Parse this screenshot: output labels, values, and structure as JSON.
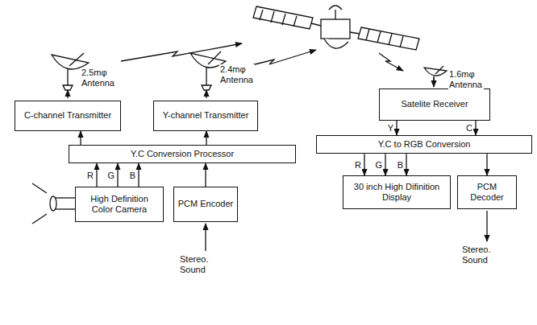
{
  "diagram": {
    "nodes": [
      {
        "text": [
          "C-channel Transmitter"
        ]
      },
      {
        "text": [
          "Y-channel Transmitter"
        ]
      },
      {
        "text": [
          "Y.C Conversion Processor"
        ]
      },
      {
        "text": [
          "High Definition Color Camera"
        ]
      },
      {
        "text": [
          "PCM Encoder"
        ]
      },
      {
        "text": [
          "Satelite Receiver"
        ]
      },
      {
        "text": [
          "Y.C to RGB Conversion"
        ]
      },
      {
        "text": [
          "30 inch High Difinition Display"
        ]
      },
      {
        "text": [
          "PCM Decoder"
        ]
      }
    ],
    "edges": [
      {
        "from": 2,
        "to": 0,
        "arrow": "to"
      },
      {
        "from": 2,
        "to": 1,
        "arrow": "to"
      },
      {
        "from": 3,
        "to": 2,
        "label": "R",
        "arrow": "to"
      },
      {
        "from": 3,
        "to": 2,
        "label": "G",
        "arrow": "to"
      },
      {
        "from": 3,
        "to": 2,
        "label": "B",
        "arrow": "to"
      },
      {
        "from": 4,
        "to": 2,
        "arrow": "to"
      },
      {
        "from": 5,
        "to": 6,
        "label": "Y",
        "arrow": "to"
      },
      {
        "from": 5,
        "to": 6,
        "label": "C",
        "arrow": "to"
      },
      {
        "from": 6,
        "to": 7,
        "label": "R",
        "arrow": "to"
      },
      {
        "from": 6,
        "to": 7,
        "label": "G",
        "arrow": "to"
      },
      {
        "from": 6,
        "to": 7,
        "label": "B",
        "arrow": "to"
      },
      {
        "from": 6,
        "to": 8,
        "arrow": "to"
      }
    ],
    "labels": [
      "2.5mφ Antenna",
      "2.4mφ Antenna",
      "1.6mφ Antenna",
      "Stereo. Sound",
      "Stereo. Sound"
    ]
  }
}
